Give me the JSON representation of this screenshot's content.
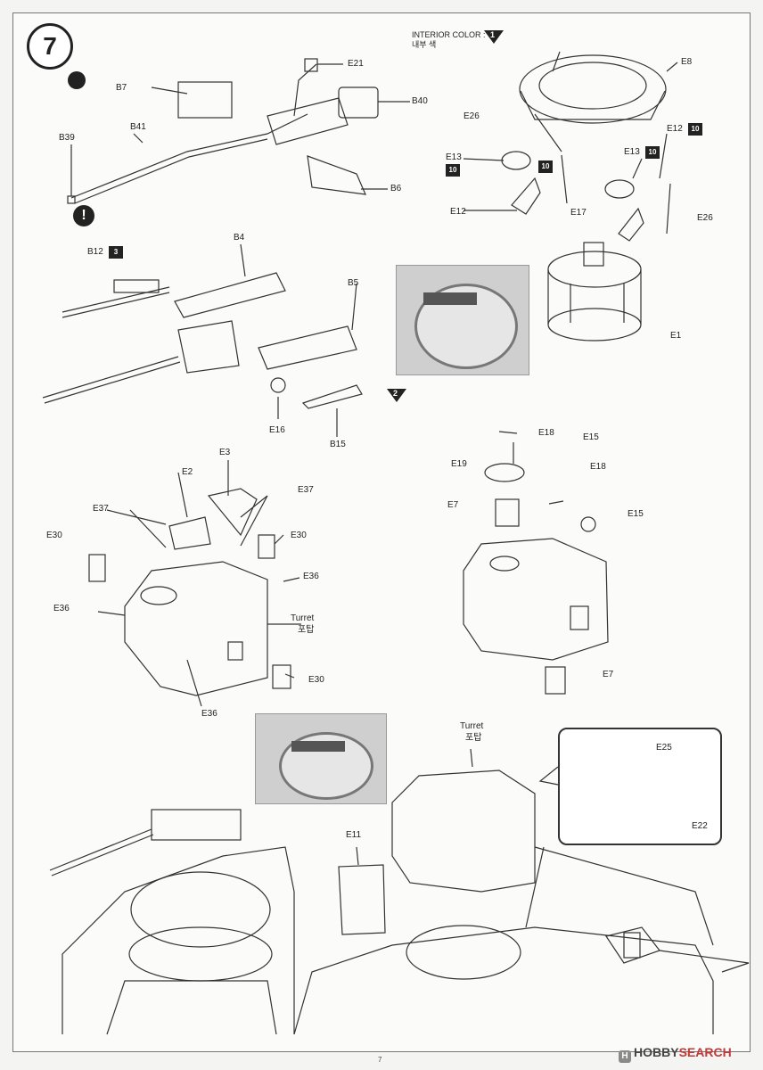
{
  "step": {
    "number": "7"
  },
  "interior_color": {
    "label_en": "INTERIOR COLOR :",
    "label_kr": "내부 색",
    "code": "1"
  },
  "labels": {
    "E21": "E21",
    "B7": "B7",
    "B40": "B40",
    "B41": "B41",
    "B39": "B39",
    "B6": "B6",
    "B12": "B12",
    "B4": "B4",
    "B5": "B5",
    "E16": "E16",
    "B15": "B15",
    "E8": "E8",
    "E26a": "E26",
    "E12a": "E12",
    "E13a": "E13",
    "E12b": "E12",
    "E13b": "E13",
    "E17": "E17",
    "E26b": "E26",
    "E1": "E1",
    "E18a": "E18",
    "E15a": "E15",
    "E19": "E19",
    "E18b": "E18",
    "E7a": "E7",
    "E15b": "E15",
    "E7b": "E7",
    "E2": "E2",
    "E3": "E3",
    "E37a": "E37",
    "E37b": "E37",
    "E30a": "E30",
    "E30b": "E30",
    "E36a": "E36",
    "E36b": "E36",
    "turret_en": "Turret",
    "turret_kr": "포탑",
    "E30c": "E30",
    "E36c": "E36",
    "turret2_en": "Turret",
    "turret2_kr": "포탑",
    "E11": "E11",
    "E25": "E25",
    "E22": "E22"
  },
  "badges": {
    "b12": "3",
    "e12a": "10",
    "e13a": "10",
    "e12b": "10",
    "e13b": "10",
    "b15": "2"
  },
  "footer": {
    "page_number": "7",
    "brand_a": "HOBBY",
    "brand_b": "SEARCH"
  },
  "colors": {
    "ink": "#222222",
    "paper": "#fbfbf9"
  }
}
